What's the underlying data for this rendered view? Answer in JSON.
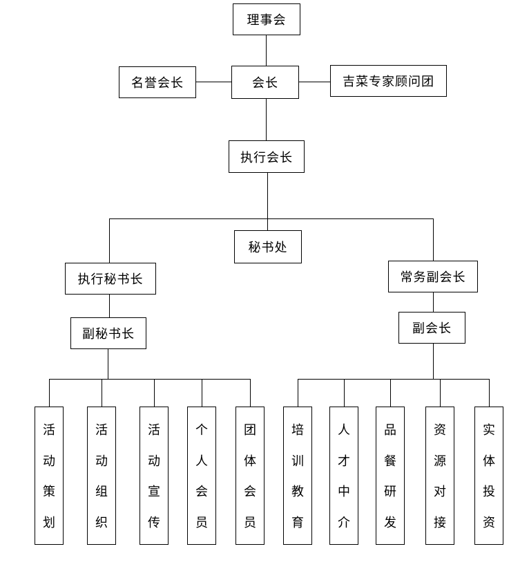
{
  "diagram": {
    "type": "org-chart",
    "language": "zh",
    "colors": {
      "border": "#000000",
      "background": "#ffffff",
      "text": "#000000",
      "line": "#000000"
    },
    "nodes": {
      "board": "理事会",
      "president": "会长",
      "honorary_president": "名誉会长",
      "expert_advisory_group": "吉菜专家顾问团",
      "executive_president": "执行会长",
      "secretariat": "秘书处",
      "executive_secretary_general": "执行秘书长",
      "standing_vice_president": "常务副会长",
      "deputy_secretary_general": "副秘书长",
      "vice_president": "副会长"
    },
    "left_branch_departments": [
      "活动策划",
      "活动组织",
      "活动宣传",
      "个人会员",
      "团体会员"
    ],
    "right_branch_departments": [
      "培训教育",
      "人才中介",
      "品餐研发",
      "资源对接",
      "实体投资"
    ],
    "edges": [
      [
        "理事会",
        "会长"
      ],
      [
        "会长",
        "名誉会长"
      ],
      [
        "会长",
        "吉菜专家顾问团"
      ],
      [
        "会长",
        "执行会长"
      ],
      [
        "执行会长",
        "秘书处"
      ],
      [
        "执行会长",
        "执行秘书长"
      ],
      [
        "执行会长",
        "常务副会长"
      ],
      [
        "执行秘书长",
        "副秘书长"
      ],
      [
        "常务副会长",
        "副会长"
      ],
      [
        "副秘书长",
        "活动策划"
      ],
      [
        "副秘书长",
        "活动组织"
      ],
      [
        "副秘书长",
        "活动宣传"
      ],
      [
        "副秘书长",
        "个人会员"
      ],
      [
        "副秘书长",
        "团体会员"
      ],
      [
        "副会长",
        "培训教育"
      ],
      [
        "副会长",
        "人才中介"
      ],
      [
        "副会长",
        "品餐研发"
      ],
      [
        "副会长",
        "资源对接"
      ],
      [
        "副会长",
        "实体投资"
      ]
    ]
  }
}
